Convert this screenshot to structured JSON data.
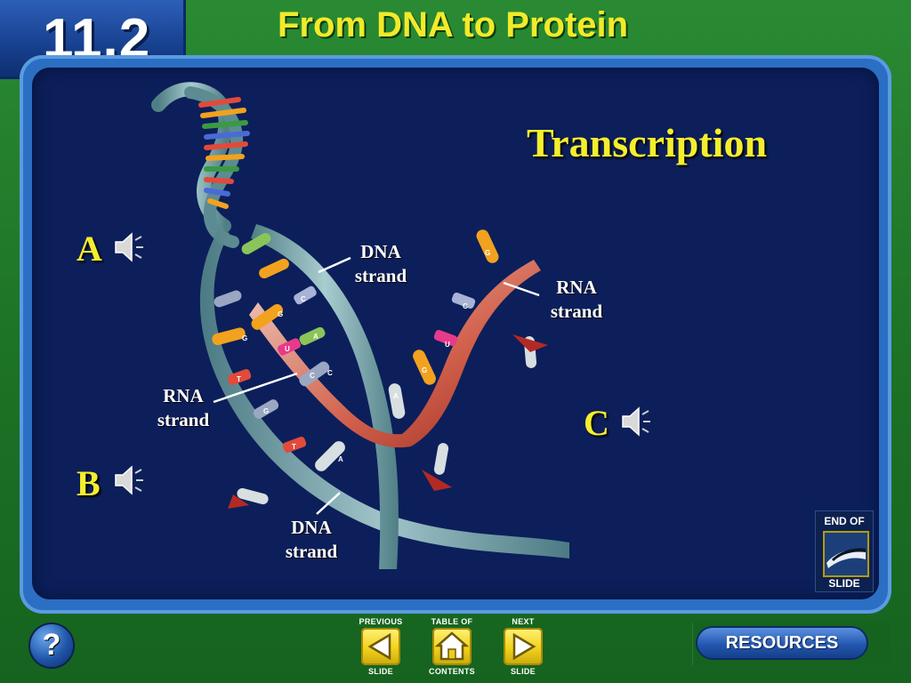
{
  "header": {
    "section_number": "11.2",
    "chapter_title": "From DNA to Protein"
  },
  "diagram": {
    "title": "Transcription",
    "audio_markers": [
      {
        "letter": "A",
        "icon": "speaker-icon"
      },
      {
        "letter": "B",
        "icon": "speaker-icon"
      },
      {
        "letter": "C",
        "icon": "speaker-icon"
      }
    ],
    "labels": {
      "dna_top": [
        "DNA",
        "strand"
      ],
      "rna_right": [
        "RNA",
        "strand"
      ],
      "rna_left": [
        "RNA",
        "strand"
      ],
      "dna_bottom": [
        "DNA",
        "strand"
      ]
    },
    "nucleotide_letters": [
      "G",
      "C",
      "A",
      "U",
      "G",
      "C",
      "T",
      "G",
      "G",
      "C",
      "U",
      "G",
      "A",
      "T",
      "A",
      "C"
    ]
  },
  "end_of_slide": {
    "line1": "END OF",
    "line2": "SLIDE"
  },
  "footer": {
    "help_label": "?",
    "previous": {
      "top": "PREVIOUS",
      "bottom": "SLIDE"
    },
    "contents": {
      "top": "TABLE OF",
      "bottom": "CONTENTS"
    },
    "next": {
      "top": "NEXT",
      "bottom": "SLIDE"
    },
    "resources_label": "RESOURCES"
  },
  "colors": {
    "frame_green": "#1d7326",
    "panel_navy": "#0c1f5a",
    "title_yellow": "#f5ee2e",
    "nav_yellow": "#f1d21c",
    "dna_strand": "#7fa8ad",
    "rna_strand": "#c94a3a"
  }
}
